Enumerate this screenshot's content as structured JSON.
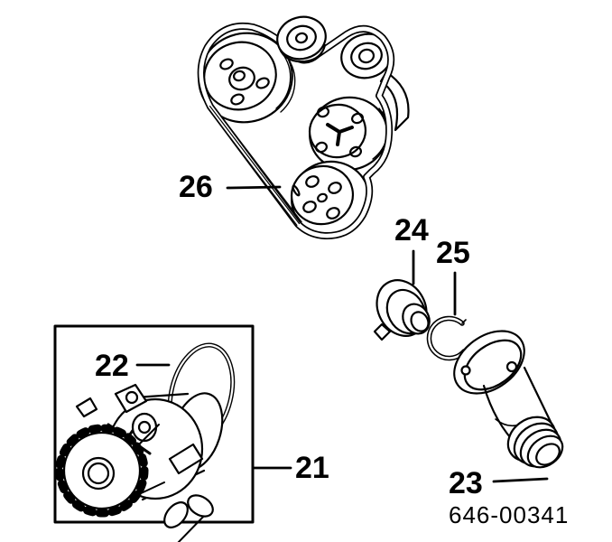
{
  "figure": {
    "part_number": "646-00341",
    "callouts": {
      "c21": {
        "label": "21"
      },
      "c22": {
        "label": "22"
      },
      "c23": {
        "label": "23"
      },
      "c24": {
        "label": "24"
      },
      "c25": {
        "label": "25"
      },
      "c26": {
        "label": "26"
      }
    },
    "icons": {
      "belt_pulley_assembly": "serpentine-belt-and-pulleys-drawing",
      "water_pump": "water-pump-drawing",
      "o_ring": "o-ring-gasket-drawing",
      "coolant_pipe": "coolant-flange-pipe-drawing",
      "thermostat": "thermostat-drawing",
      "retaining_ring": "snap-ring-drawing"
    },
    "colors": {
      "line": "#000000",
      "background": "#ffffff"
    }
  }
}
